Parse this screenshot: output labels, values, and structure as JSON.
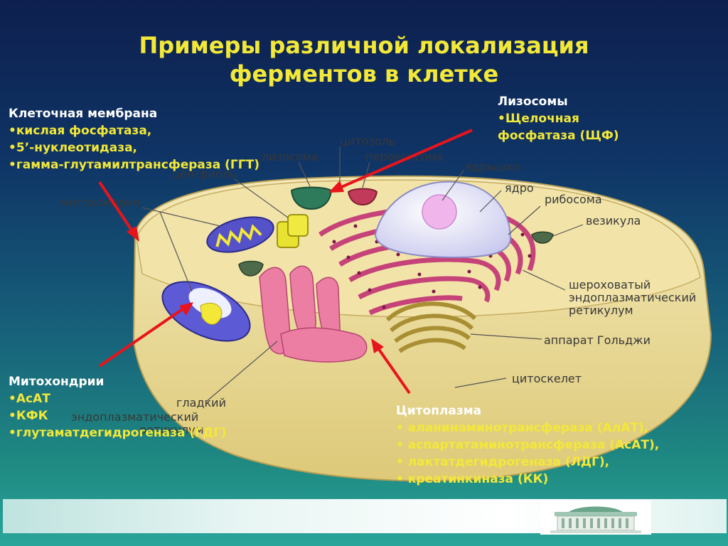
{
  "title": {
    "line1": "Примеры различной локализация",
    "line2": "ферментов в клетке"
  },
  "membrane": {
    "heading": "Клеточная мембрана",
    "items": [
      "•кислая фосфатаза,",
      "•5’-нуклеотидаза,",
      "•гамма-глутамилтрансфераза (ГГТ)"
    ]
  },
  "lysosomes": {
    "heading": "Лизосомы",
    "items": [
      "•Щелочная",
      "фосфатаза (ЩФ)"
    ]
  },
  "mitochondria": {
    "heading": "Митохондрии",
    "items": [
      "•АсАТ",
      "•КФК",
      "•глутаматдегидрогеназа (ГДГ)"
    ]
  },
  "cytoplasm": {
    "heading": "Цитоплазма",
    "items": [
      "• аланинаминотрансфераза (АлАТ),",
      "• аспартатаминотрансфераза (АсАТ),",
      "• лактатдегидрогеназа (ЛДГ),",
      "• креатинкиназа (КК)"
    ]
  },
  "cell_labels": {
    "lysosome": "лизосома",
    "cytosol": "цитозоль",
    "peroxisome": "пероксисома",
    "centriole": "центриоль",
    "nucleolus": "ядрышко",
    "nucleus": "ядро",
    "ribosome": "рибосома",
    "vesicle": "везикула",
    "mitochondrion": "митохондрия",
    "rough_er_1": "шероховатый",
    "rough_er_2": "эндоплазматический",
    "rough_er_3": "ретикулум",
    "golgi": "аппарат Гольджи",
    "cytoskeleton": "цитоскелет",
    "smooth_er_1": "гладкий",
    "smooth_er_2": "эндоплазматический",
    "smooth_er_3": "ретикулум"
  },
  "colors": {
    "title": "#f3e838",
    "heading": "#ffffff",
    "items": "#f3e838",
    "arrow": "#e8141c",
    "cytoplasm": "#f0e2a0"
  }
}
